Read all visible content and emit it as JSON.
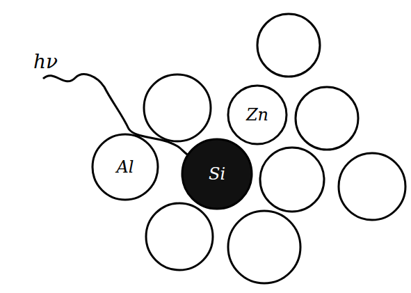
{
  "diagram": {
    "nodes": [
      {
        "text": [
          "Al"
        ]
      },
      {
        "text": [
          "Zn"
        ]
      },
      {
        "text": [
          "Si"
        ]
      }
    ],
    "labels": [
      "hν"
    ]
  }
}
